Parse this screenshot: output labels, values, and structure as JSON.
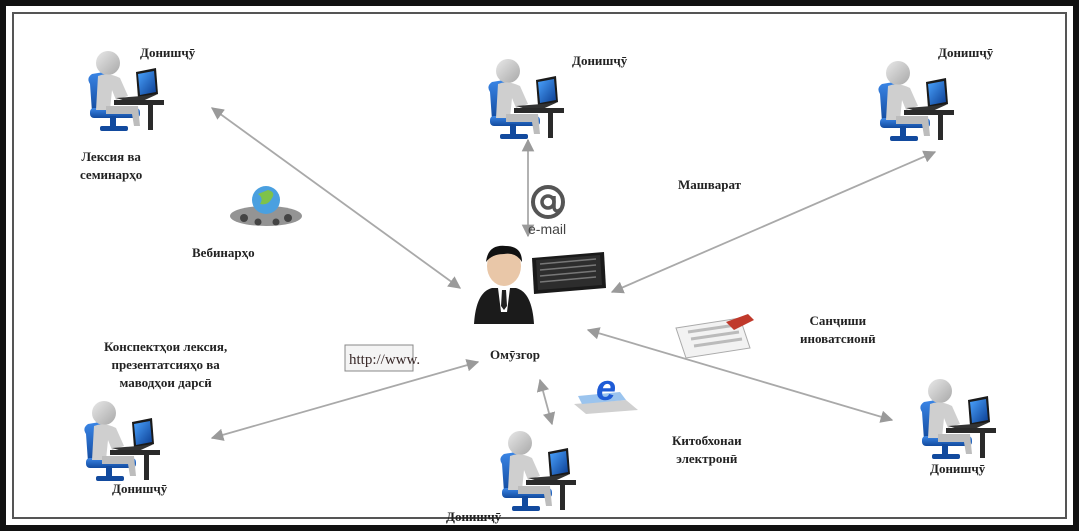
{
  "nodes": {
    "teacher": "Омӯзгор",
    "student": "Донишҷӯ"
  },
  "channels": {
    "lectures": [
      "Лексия ва",
      "семинарҳо"
    ],
    "webinars": "Вебинарҳо",
    "email_text": "e-mail",
    "consultation": "Машварат",
    "innovation": [
      "Санҷиши",
      "иноватсионӣ"
    ],
    "library": [
      "Китобхонаи",
      "электронӣ"
    ],
    "materials": [
      "Конспектҳои лексия,",
      "презентатсияҳо ва",
      "маводҳои дарсӣ"
    ],
    "http_text": "http://www."
  },
  "icons": {
    "student": "student-at-laptop-icon",
    "teacher": "teacher-at-monitor-icon",
    "email": "at-sign-icon",
    "globe": "globe-network-icon",
    "http": "http-address-icon",
    "ebook": "e-book-icon",
    "checklist": "checklist-pencil-icon"
  },
  "colors": {
    "person": "#c9c9c9",
    "chair": "#1f64c8",
    "laptop": "#1a1a1a",
    "arrow": "#a9a9a9",
    "suit": "#1b1b1b"
  }
}
